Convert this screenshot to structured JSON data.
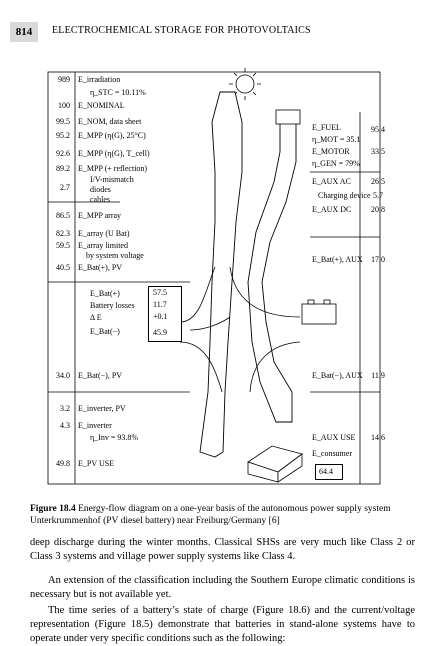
{
  "header": {
    "page_number": "814",
    "running_title": "ELECTROCHEMICAL STORAGE FOR PHOTOVOLTAICS"
  },
  "figure": {
    "left_values": [
      "989",
      "100",
      "99.5",
      "95.2",
      "92.6",
      "89.2",
      "2.7",
      "86.5",
      "82.3",
      "59.5",
      "40.5",
      "34.0",
      "3.2",
      "4.3",
      "49.8"
    ],
    "left_labels": {
      "irradiation": "E_irradiation",
      "eta_stc": "η_STC = 10.11%",
      "nominal": "E_NOMINAL",
      "nom_data": "E_NOM, data sheet",
      "mpp_g25": "E_MPP (η(G), 25°C)",
      "mpp_gtcell": "E_MPP (η(G), T_cell)",
      "mpp_refl": "E_MPP (+ reflection)",
      "iv_mismatch": "I/V-mismatch",
      "diodes": "diodes",
      "cables": "cables",
      "mpp_array": "E_MPP array",
      "array_ubat": "E_array (U Bat)",
      "array_limited": "E_array limited",
      "by_system_voltage": "by system voltage",
      "bat_plus_pv": "E_Bat(+), PV",
      "bat_plus": "E_Bat(+)",
      "battery_losses": "Battery losses",
      "delta_e": "Δ E",
      "bat_minus": "E_Bat(−)",
      "bat_minus_pv": "E_Bat(−), PV",
      "inverter_pv": "E_inverter, PV",
      "inverter": "E_inverter",
      "eta_inv": "η_Inv = 93.8%",
      "pv_use": "E_PV USE"
    },
    "battery_box_values": [
      "57.5",
      "11.7",
      "+0.1",
      "45.9"
    ],
    "right_labels": {
      "fuel": "E_FUEL",
      "eta_mot": "η_MOT = 35.1",
      "motor": "E_MOTOR",
      "eta_gen": "η_GEN = 79%",
      "aux_ac": "E_AUX AC",
      "charging_device": "Charging device",
      "aux_dc": "E_AUX DC",
      "bat_plus_aux": "E_Bat(+), AUX",
      "bat_minus_aux": "E_Bat(−), AUX",
      "aux_use": "E_AUX USE",
      "consumer": "E_consumer"
    },
    "right_values": [
      "95.4",
      "33.5",
      "26.5",
      "5.7",
      "20.8",
      "17.0",
      "11.9",
      "14.6"
    ],
    "consumer_value": "64.4"
  },
  "caption": {
    "label": "Figure 18.4",
    "text": "Energy-flow diagram on a one-year basis of the autonomous power supply system Unterkrummenhof (PV diesel battery) near Freiburg/Germany [6]"
  },
  "body": [
    "deep discharge during the winter months. Classical SHSs are very much like Class 2 or Class 3 systems and village power supply systems like Class 4.",
    "An extension of the classification including the Southern Europe climatic conditions is necessary but is not available yet.",
    "The time series of a battery’s state of charge (Figure 18.6) and the current/voltage representation (Figure 18.5) demonstrate that batteries in stand-alone systems have to operate under very specific conditions such as the following:"
  ],
  "colors": {
    "header_box": "#d9d9d9",
    "ink": "#000000",
    "flow_fill": "#ffffff"
  }
}
